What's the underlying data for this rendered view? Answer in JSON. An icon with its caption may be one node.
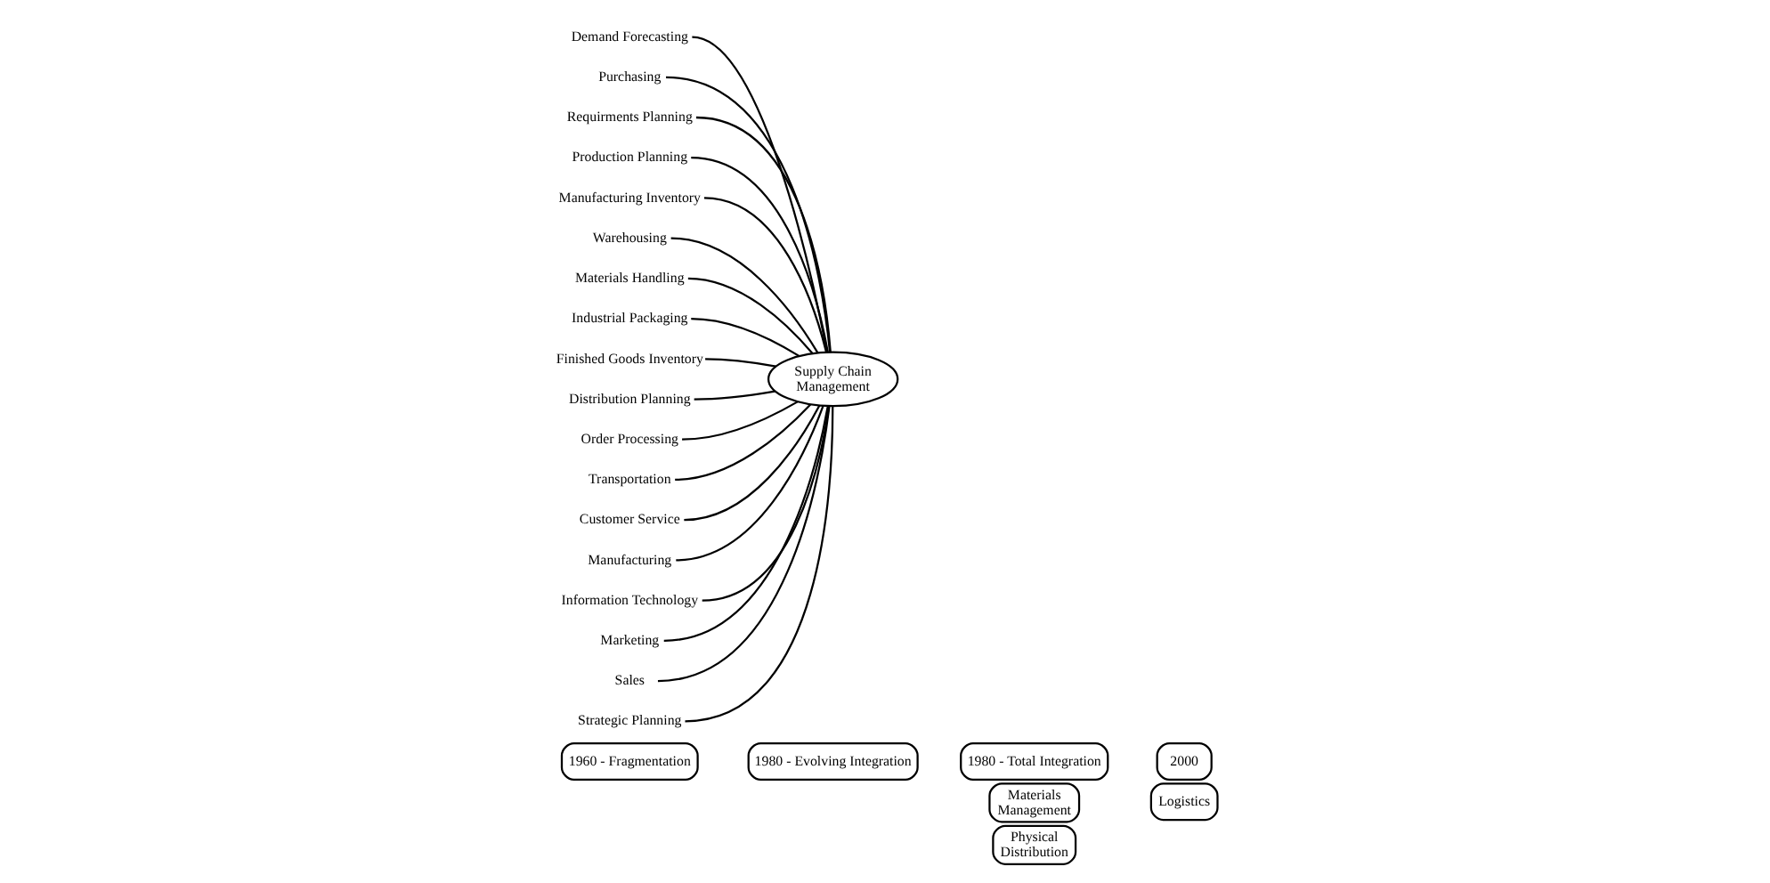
{
  "diagram": {
    "nodes": [
      {
        "text": [
          "1960 - Fragmentation"
        ]
      },
      {
        "text": [
          "1980 - Evolving Integration"
        ]
      },
      {
        "text": [
          "1980 - Total Integration"
        ]
      },
      {
        "text": [
          "2000"
        ]
      },
      {
        "text": [
          "Materials Management"
        ]
      },
      {
        "text": [
          "Logistics"
        ]
      },
      {
        "text": [
          "Physical Distribution"
        ]
      },
      {
        "text": [
          "Supply Chain Management"
        ]
      },
      {
        "text": [
          "Demand Forecasting"
        ]
      },
      {
        "text": [
          "Purchasing"
        ]
      },
      {
        "text": [
          "Requirments Planning"
        ]
      },
      {
        "text": [
          "Production Planning"
        ]
      },
      {
        "text": [
          "Manufacturing Inventory"
        ]
      },
      {
        "text": [
          "Warehousing"
        ]
      },
      {
        "text": [
          "Materials Handling"
        ]
      },
      {
        "text": [
          "Industrial Packaging"
        ]
      },
      {
        "text": [
          "Finished Goods Inventory"
        ]
      },
      {
        "text": [
          "Distribution Planning"
        ]
      },
      {
        "text": [
          "Order Processing"
        ]
      },
      {
        "text": [
          "Transportation"
        ]
      },
      {
        "text": [
          "Customer Service"
        ]
      },
      {
        "text": [
          "Manufacturing"
        ]
      },
      {
        "text": [
          "Information Technology"
        ]
      },
      {
        "text": [
          "Marketing"
        ]
      },
      {
        "text": [
          "Sales"
        ]
      },
      {
        "text": [
          "Strategic Planning"
        ]
      }
    ],
    "edges": [
      {
        "from": 8,
        "to": 7,
        "arrow": "none"
      },
      {
        "from": 9,
        "to": 7,
        "arrow": "none"
      },
      {
        "from": 10,
        "to": 7,
        "arrow": "none"
      },
      {
        "from": 11,
        "to": 7,
        "arrow": "none"
      },
      {
        "from": 12,
        "to": 7,
        "arrow": "none"
      },
      {
        "from": 13,
        "to": 7,
        "arrow": "none"
      },
      {
        "from": 14,
        "to": 7,
        "arrow": "none"
      },
      {
        "from": 15,
        "to": 7,
        "arrow": "none"
      },
      {
        "from": 16,
        "to": 7,
        "arrow": "none"
      },
      {
        "from": 17,
        "to": 7,
        "arrow": "none"
      },
      {
        "from": 18,
        "to": 7,
        "arrow": "none"
      },
      {
        "from": 19,
        "to": 7,
        "arrow": "none"
      },
      {
        "from": 20,
        "to": 7,
        "arrow": "none"
      },
      {
        "from": 21,
        "to": 7,
        "arrow": "none"
      },
      {
        "from": 22,
        "to": 7,
        "arrow": "none"
      },
      {
        "from": 23,
        "to": 7,
        "arrow": "none"
      },
      {
        "from": 24,
        "to": 7,
        "arrow": "none"
      },
      {
        "from": 25,
        "to": 7,
        "arrow": "none"
      }
    ]
  }
}
